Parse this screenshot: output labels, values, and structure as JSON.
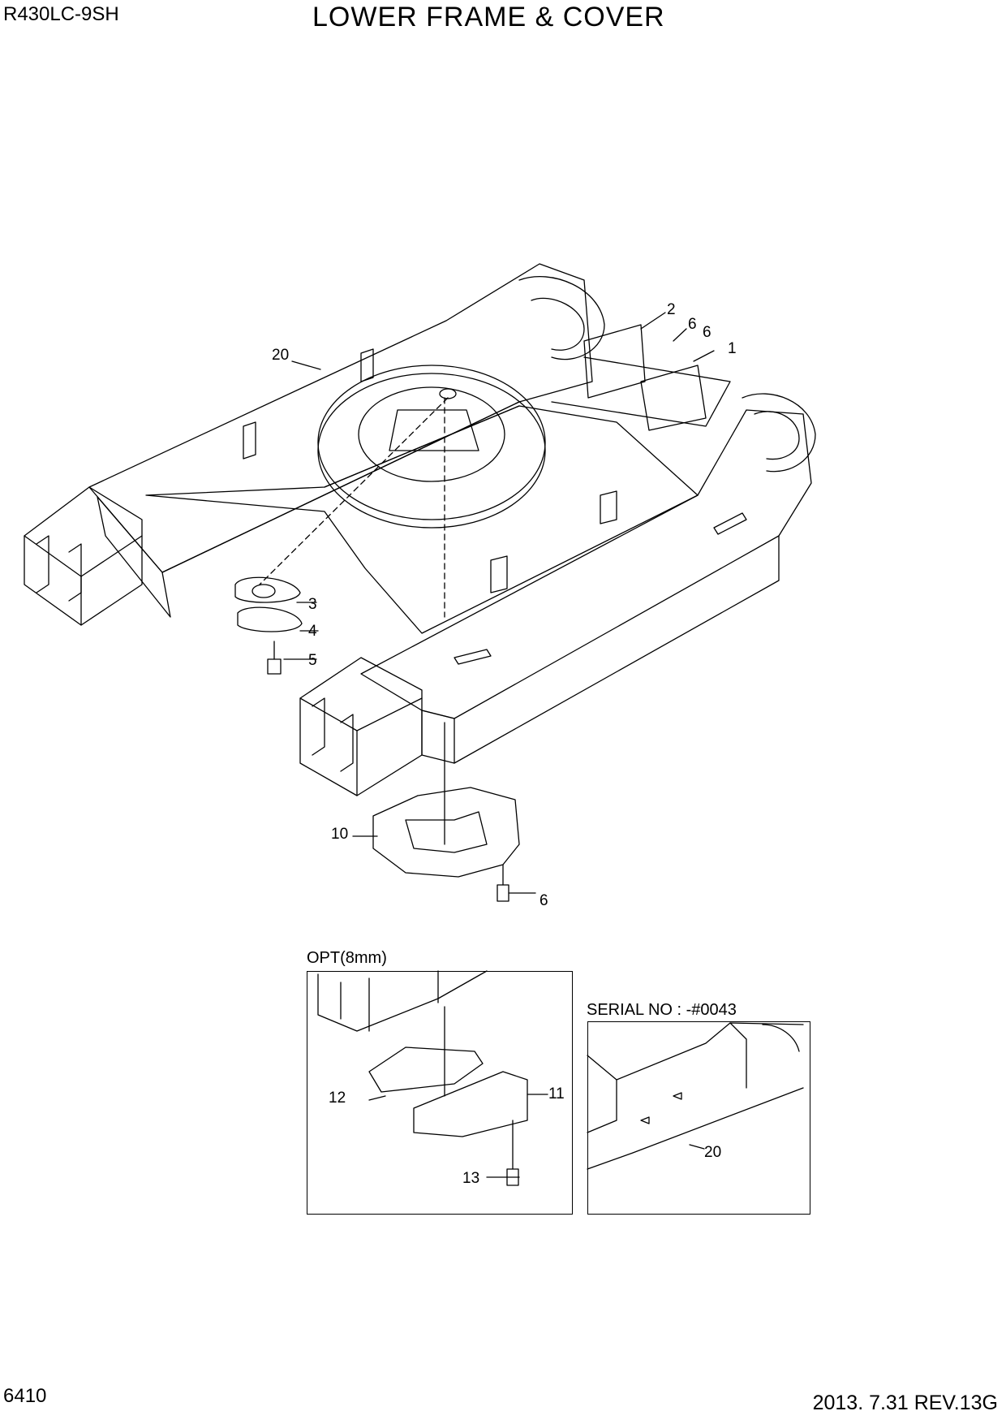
{
  "header": {
    "model": "R430LC-9SH",
    "title": "LOWER FRAME & COVER"
  },
  "footer": {
    "page_number": "6410",
    "date_revision": "2013. 7.31  REV.13G"
  },
  "insets": {
    "option_label": "OPT(8mm)",
    "serial_label": "SERIAL NO : -#0043"
  },
  "callouts": {
    "c1": "1",
    "c2": "2",
    "c3": "3",
    "c4": "4",
    "c5": "5",
    "c6a": "6",
    "c6b": "6",
    "c6c": "6",
    "c10": "10",
    "c11": "11",
    "c12": "12",
    "c13": "13",
    "c20a": "20",
    "c20b": "20"
  }
}
